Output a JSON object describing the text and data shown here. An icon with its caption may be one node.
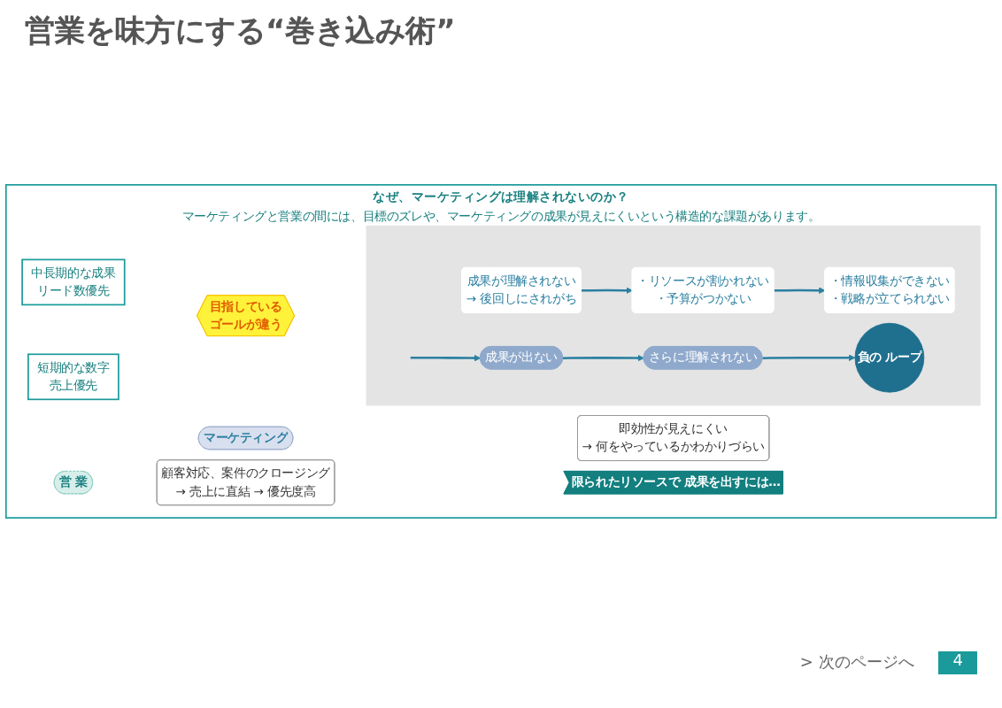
{
  "diagram": {
    "title": "営業を味方にする“巻き込み術”",
    "nodes": [
      {
        "text": [
          "なぜ、マーケティングは理解されないのか？",
          "マーケティングと営業の間には、目標のズレや、マーケティングの成果が見えにくいという構造的な課題があります。"
        ]
      },
      {
        "text": [
          "マーケティング"
        ],
        "in": 0
      },
      {
        "text": [
          "中長期的な成果",
          "リード数優先"
        ],
        "in": 0
      },
      {
        "text": [
          "短期的な数字",
          "売上優先"
        ],
        "in": 0
      },
      {
        "text": [
          "営 業"
        ],
        "in": 0
      },
      {
        "text": [
          "即効性が見えにくい",
          "→ 何をやっているかわかりづらい"
        ],
        "in": 0
      },
      {
        "text": [
          "目指している",
          "ゴールが違う"
        ],
        "in": 0
      },
      {
        "text": [
          "顧客対応、案件のクロージング",
          "→ 売上に直結 → 優先度高"
        ],
        "in": 0
      },
      {
        "text": [],
        "shape": "box",
        "in": 0
      },
      {
        "text": [
          "成果が理解されない",
          "→ 後回しにされがち"
        ],
        "in": 8
      },
      {
        "text": [
          "・リソースが割かれない",
          "・予算がつかない"
        ],
        "in": 8
      },
      {
        "text": [
          "・情報収集ができない",
          "・戦略が立てられない"
        ],
        "in": 8
      },
      {
        "text": [
          "成果が出ない"
        ],
        "in": 8
      },
      {
        "text": [
          "さらに理解されない"
        ],
        "in": 8
      },
      {
        "text": [
          "負の ループ"
        ],
        "in": 8
      },
      {
        "text": [
          "限られたリソースで 成果を出すには…"
        ],
        "in": 0
      }
    ],
    "edges": [
      {
        "from": 9,
        "to": 10,
        "arrow": "to"
      },
      {
        "from": 10,
        "to": 11,
        "arrow": "to"
      },
      {
        "from": null,
        "to": 12,
        "arrow": "to"
      },
      {
        "from": 12,
        "to": 13,
        "arrow": "to"
      },
      {
        "from": 13,
        "to": 14,
        "arrow": "to"
      }
    ],
    "labels": [
      "> 次のページへ",
      "4"
    ]
  }
}
